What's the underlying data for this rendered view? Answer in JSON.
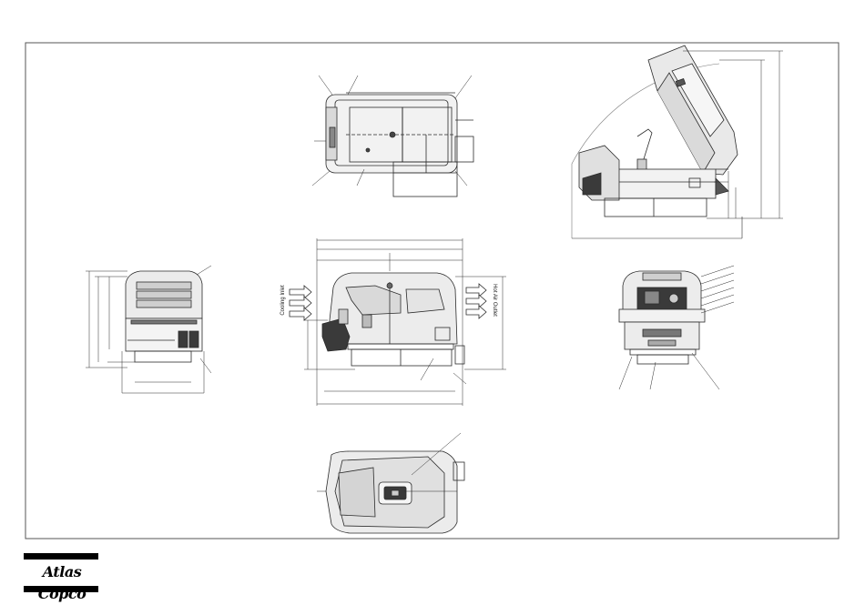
{
  "brand": {
    "name": "Atlas Copco"
  },
  "flow_labels": {
    "inlet": "Cooling Inlet",
    "outlet": "Hot Air Outlet"
  },
  "colors": {
    "line": "#2b2b2b",
    "frame": "#555555",
    "body_fill": "#ececec",
    "panel_fill": "#d9d9d9",
    "dark": "#3a3a3a"
  }
}
